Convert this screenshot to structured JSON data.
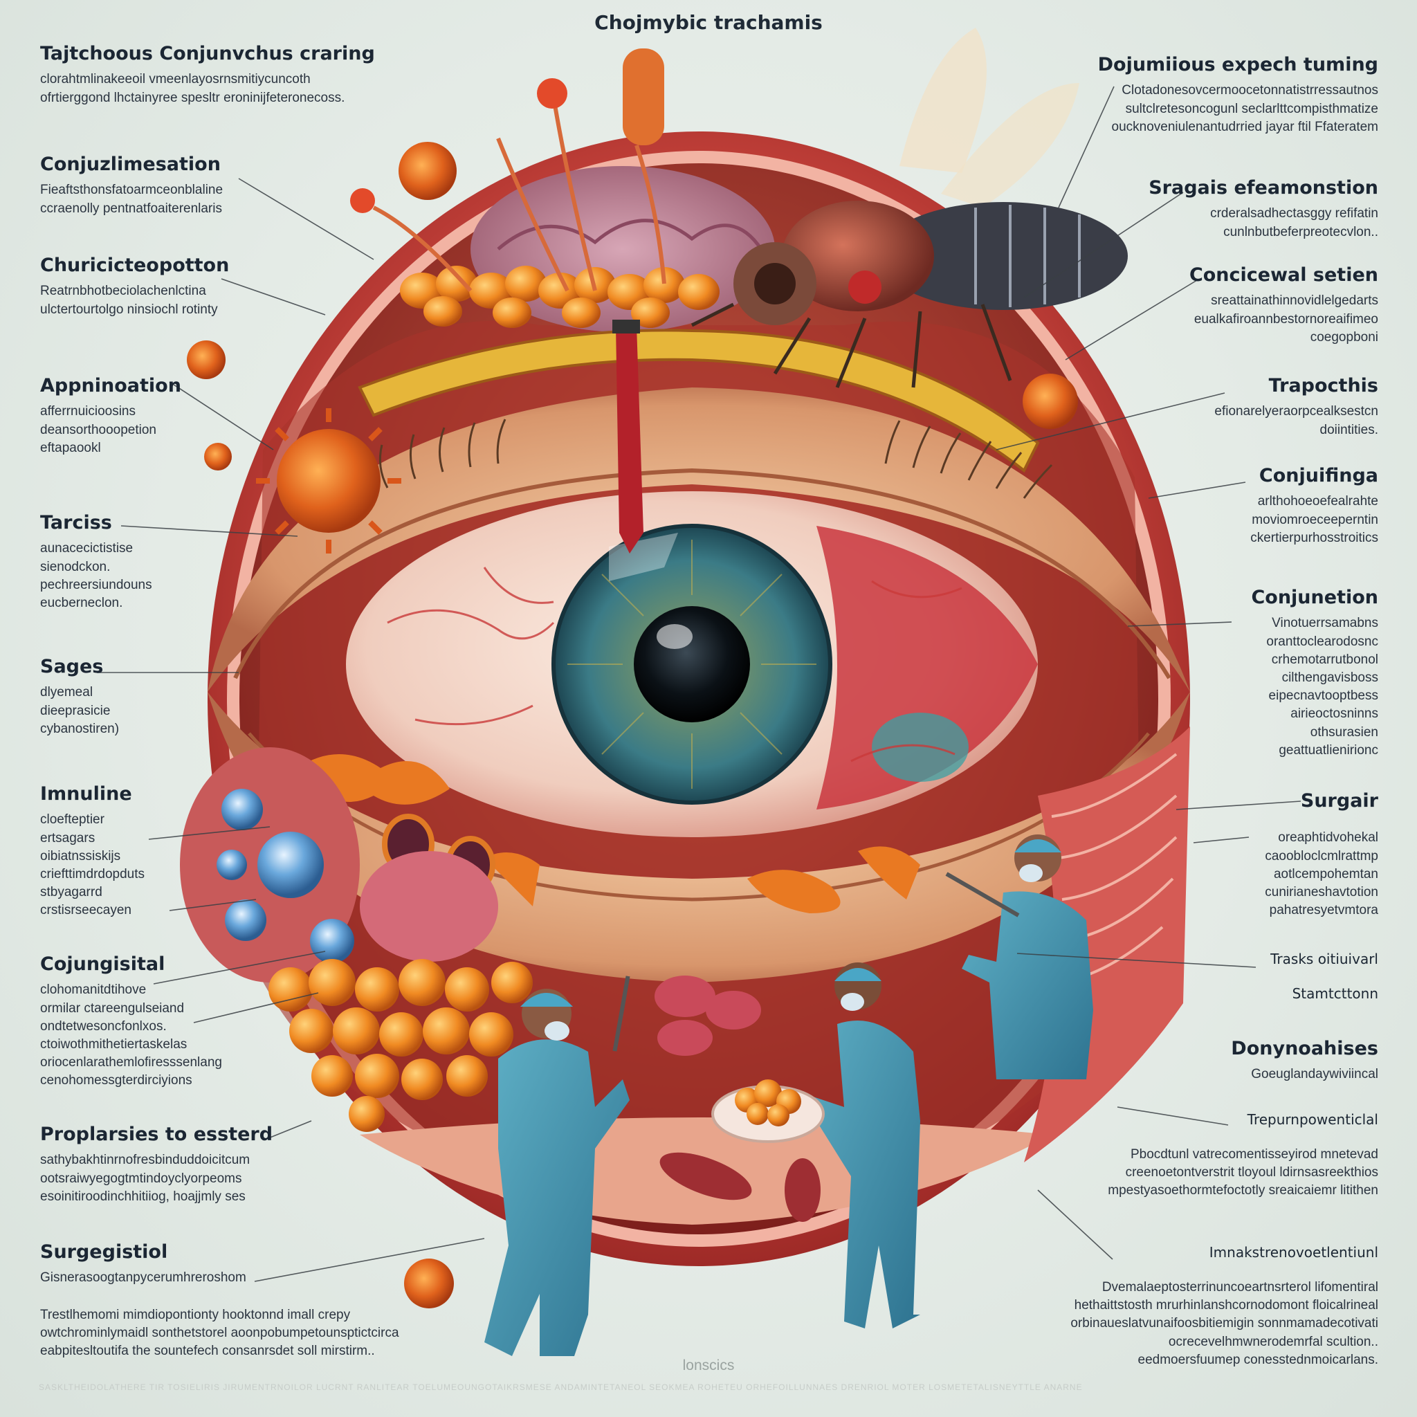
{
  "title": "Chojmybic trachamis",
  "labels_left": [
    {
      "heading": "Tajtchoous Conjunvchus craring",
      "lines": [
        "clorahtmlinakeeoil vmeenlayosrnsmitiycuncoth",
        "ofrtierggond lhctainyree spesltr eroninijfeteronecoss."
      ]
    },
    {
      "heading": "Conjuzlimesation",
      "lines": [
        "Fieaftsthonsfatoarmceonblaline",
        "ccraenolly pentnatfoaiterenlaris"
      ]
    },
    {
      "heading": "Churicicteopotton",
      "lines": [
        "Reatrnbhotbeciolachenlctina",
        "ulctertourtolgo ninsiochl rotinty"
      ]
    },
    {
      "heading": "Appninoation",
      "lines": [
        "afferrnuicioosins",
        "deansorthooopetion",
        "eftapaookl"
      ]
    },
    {
      "heading": "Tarciss",
      "lines": [
        "aunacecictistise",
        "sienodckon.",
        "pechreersiundouns",
        "eucberneclon."
      ]
    },
    {
      "heading": "Sages",
      "lines": [
        "dlyemeal",
        "dieeprasicie",
        "cybanostiren)"
      ]
    },
    {
      "heading": "Imnuline",
      "lines": [
        "cloefteptier",
        "ertsagars",
        "oibiatnssiskijs",
        "criefttimdrdopduts",
        "stbyagarrd",
        "crstisrseecayen"
      ]
    },
    {
      "heading": "Cojungisital",
      "lines": [
        "clohomanitdtihove",
        "ormilar ctareengulseiand",
        "ondtetwesoncfonlxos.",
        "ctoiwothmithetiertaskelas",
        "oriocenlarathemlofiresssenlang",
        "cenohomessgterdirciyions"
      ]
    },
    {
      "heading": "Proplarsies to essterd",
      "lines": [
        "sathybakhtinrnofresbinduddoicitcum",
        "ootsraiwyegogtmtindoyclyorpeoms",
        "esoinitiroodinchhitiiog, hoajjmly ses"
      ]
    },
    {
      "heading": "Surgegistiol",
      "lines": [
        "Gisnerasoogtanpycerumhreroshom"
      ]
    }
  ],
  "labels_left_footer": [
    "Trestlhemomi mimdiopontionty hooktonnd imall crepy",
    "owtchrominlymaidl sonthetstorel aoonpobumpetounsptictcirca",
    "eabpitesltoutifa the sountefech consanrsdet soll mirstirm.."
  ],
  "labels_right": [
    {
      "heading": "Dojumiious expech tuming",
      "lines": [
        "Clotadonesovcermoocetonnatistrressautnos",
        "sultclretesoncogunl seclarlttcompisthmatize",
        "oucknoveniulenantudrried jayar ftil Ffateratem"
      ]
    },
    {
      "heading": "Sragais efeamonstion",
      "lines": [
        "crderalsadhectasggy refifatin",
        "cunlnbutbeferpreotecvlon.."
      ]
    },
    {
      "heading": "Concicewal setien",
      "lines": [
        "sreattainathinnovidlelgedarts",
        "eualkafiroannbestornoreaifimeo",
        "coegopboni"
      ]
    },
    {
      "heading": "Trapocthis",
      "lines": [
        "efionarelyeraorpcealksestcn",
        "doiintities."
      ]
    },
    {
      "heading": "Conjuifinga",
      "lines": [
        "arlthohoeoefealrahte",
        "moviomroeceeperntin",
        "ckertierpurhosstroitics"
      ]
    },
    {
      "heading": "Conjunetion",
      "lines": [
        "Vinotuerrsamabns",
        "oranttoclearodosnc",
        "crhemotarrutbonol",
        "cilthengavisboss",
        "eipecnavtooptbess",
        "airieoctosninns",
        "othsurasien",
        "geattuatlienirionc"
      ]
    },
    {
      "heading": "Surgair",
      "lines": [
        "oreaphtidvohekal",
        "caoobloclcmlrattmp",
        "aotlcempohemtan",
        "cunirianeshavtotion",
        "pahatresyetvmtora"
      ]
    }
  ],
  "labels_right_small": [
    {
      "heading": "Trasks oitiuivarl"
    },
    {
      "heading": "Stamtcttonn"
    }
  ],
  "labels_right_lower": [
    {
      "heading": "Donynoahises",
      "lines": [
        "Goeuglandaywiviincal"
      ]
    },
    {
      "heading": "Trepurnpowenticlal",
      "lines": []
    },
    {
      "heading": "",
      "lines": [
        "Pbocdtunl vatrecomentisseyirod mnetevad",
        "creenoetontverstrit tloyoul ldirnsasreekthios",
        "mpestyasoethormtefoctotly sreaicaiemr litithen"
      ]
    },
    {
      "heading": "Imnakstrenovoetlentiunl",
      "lines": []
    },
    {
      "heading": "",
      "lines": [
        "Dvemalaeptosterrinuncoeartnsrterol lifomentiral",
        "hethaittstosth mrurhinlanshcornodomont floicalrineal",
        "orbinaueslatvunaifoosbitiemigin sonnmamadecotivati",
        "ocrecevelhmwnerodemrfal scultion..",
        "eedmoersfuumep conesstednmoicarlans."
      ]
    }
  ],
  "watermark": "lonscics",
  "bottom_strip": "SASKLTHEIDOLATHERE TIR TOSIELIRIS JIRUMENTRNOILOR LUCRNT RANLITEAR TOELUMEOUNGOTAIKRSMESE ANDAMINTETANEOL SEOKMEA ROHETEU ORHEFOILLUNNAES DRENRIOL MOTER LOSMETETALISNEYTTLE ANARNE"
}
